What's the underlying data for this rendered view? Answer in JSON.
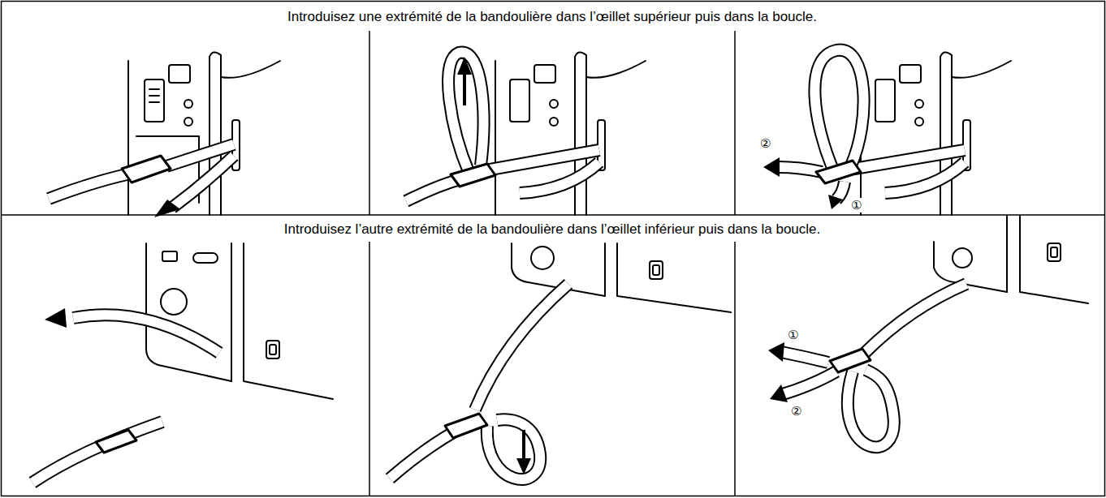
{
  "diagram": {
    "labels": [
      "Introduisez une extrémité de la bandoulière dans l’œillet supérieur puis dans la boucle.",
      "②",
      "①",
      "Introduisez l’autre extrémité de la bandoulière dans l’œillet inférieur puis dans la boucle.",
      "①",
      "②"
    ]
  }
}
